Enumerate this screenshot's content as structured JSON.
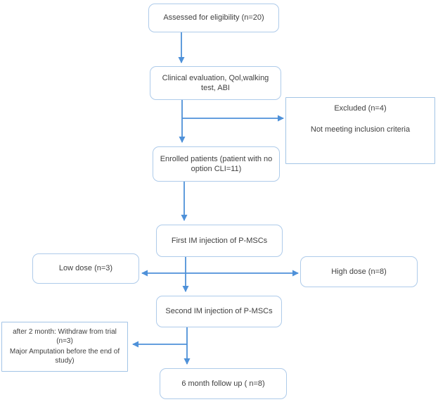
{
  "diagram_type": "clinical-trial-flowchart",
  "boxes": {
    "assessed": "Assessed for eligibility (n=20)",
    "clinical": "Clinical evaluation, Qol,walking test, ABI",
    "excluded_title": "Excluded (n=4)",
    "excluded_reason": "Not meeting inclusion criteria",
    "enrolled": "Enrolled patients (patient with no option CLI=11)",
    "first_injection": "First IM injection of P-MSCs",
    "low_dose": "Low dose (n=3)",
    "high_dose": "High dose (n=8)",
    "second_injection": "Second IM injection of P-MSCs",
    "withdraw_line1": "after 2 month: Withdraw from trial (n=3)",
    "withdraw_line2": "Major Amputation before the end of study)",
    "follow_up": "6 month follow up ( n=8)"
  },
  "colors": {
    "arrow": "#4e91d9",
    "border_rounded": "#aecbea",
    "border_square": "#a2c4e6",
    "text": "#3f3f3f",
    "background": "#ffffff"
  }
}
